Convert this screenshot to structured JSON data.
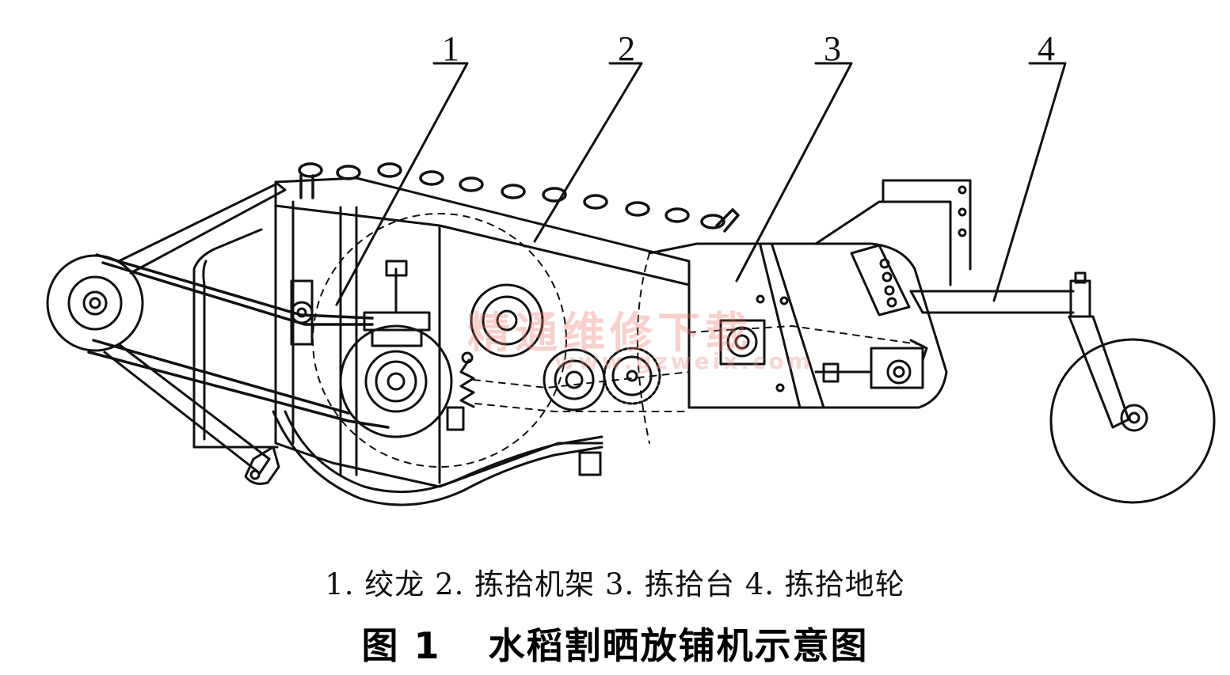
{
  "callouts": {
    "c1": "1",
    "c2": "2",
    "c3": "3",
    "c4": "4"
  },
  "legend": {
    "i1": "1. 绞龙",
    "i2": "2. 拣拾机架",
    "i3": "3. 拣拾台",
    "i4": "4. 拣拾地轮"
  },
  "caption": {
    "fig": "图 1",
    "text": "水稻割晒放铺机示意图"
  },
  "watermark": {
    "text": "精通维修下载",
    "url": "www.gzweix.com"
  }
}
